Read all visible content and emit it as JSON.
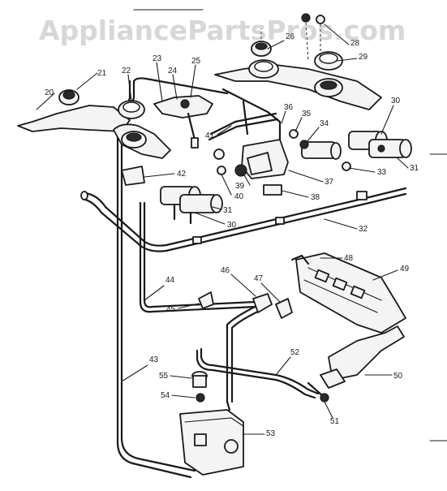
{
  "watermark": {
    "text": "AppliancePartsPros.com"
  },
  "colors": {
    "ink": "#1a1a1a",
    "paper": "#ffffff",
    "watermark": "#969696"
  },
  "callouts": [
    "20",
    "21",
    "22",
    "23",
    "24",
    "25",
    "26",
    "28",
    "29",
    "30",
    "31",
    "32",
    "33",
    "34",
    "35",
    "36",
    "37",
    "38",
    "39",
    "40",
    "41",
    "42",
    "43",
    "44",
    "45",
    "46",
    "47",
    "48",
    "49",
    "50",
    "51",
    "52",
    "53",
    "54",
    "55"
  ]
}
